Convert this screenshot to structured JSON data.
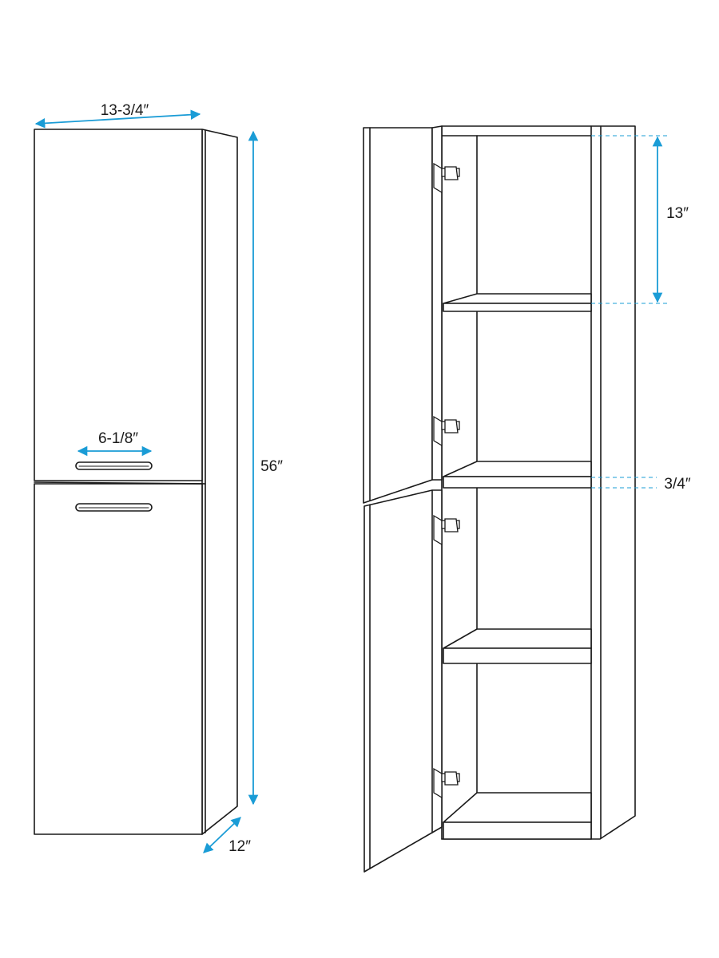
{
  "colors": {
    "line": "#1a1a1a",
    "dimension": "#1a9cd6",
    "background": "#ffffff"
  },
  "dimensions": {
    "width": "13-3/4″",
    "height": "56″",
    "depth": "12″",
    "handle": "6-1/8″",
    "shelf_spacing": "13″",
    "shelf_thickness": "3/4″"
  }
}
